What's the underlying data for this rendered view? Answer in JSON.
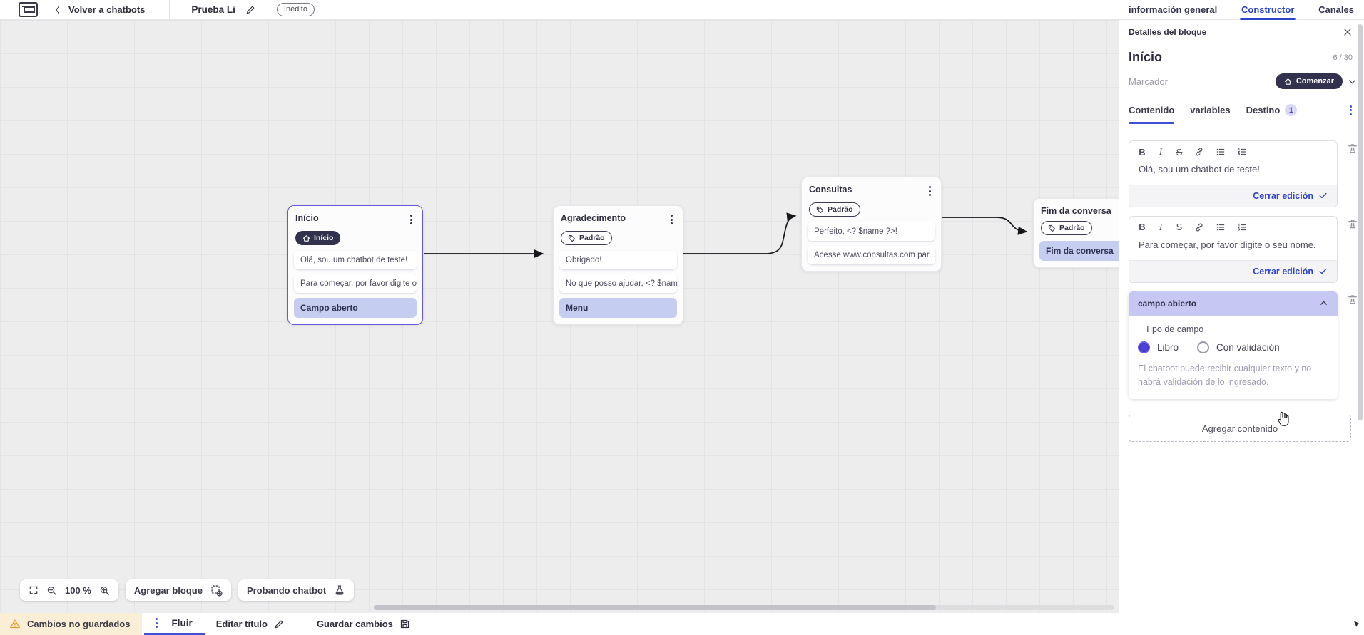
{
  "topbar": {
    "back_label": "Volver a chatbots",
    "bot_title": "Prueba Li",
    "status_badge": "Inédito",
    "tabs": [
      {
        "label": "información general",
        "active": false
      },
      {
        "label": "Constructor",
        "active": true
      },
      {
        "label": "Canales",
        "active": false
      }
    ]
  },
  "canvas": {
    "zoom_level": "100 %",
    "add_block_label": "Agregar bloque",
    "test_chatbot_label": "Probando chatbot",
    "blocks": [
      {
        "title": "Início",
        "badge": "Início",
        "items": [
          "Olá, sou um chatbot de teste!",
          "Para começar, por favor digite o ...",
          "Campo aberto"
        ]
      },
      {
        "title": "Agradecimento",
        "badge": "Padrão",
        "items": [
          "Obrigado!",
          "No que posso ajudar, <? $name ...",
          "Menu"
        ]
      },
      {
        "title": "Consultas",
        "badge": "Padrão",
        "items": [
          "Perfeito, <? $name ?>!",
          "Acesse www.consultas.com par..."
        ]
      },
      {
        "title": "Fim da conversa",
        "badge": "Padrão",
        "items": [
          "Fim da conversa"
        ]
      }
    ]
  },
  "panel": {
    "header_title": "Detalles del bloque",
    "block_name": "Início",
    "char_counter": "6 / 30",
    "marker_label": "Marcador",
    "marker_value": "Comenzar",
    "tabs": [
      {
        "label": "Contenido",
        "active": true
      },
      {
        "label": "variables",
        "active": false
      },
      {
        "label": "Destino",
        "badge": "1",
        "active": false
      }
    ],
    "toolbar": {
      "bold": "B",
      "italic": "I",
      "strike": "S"
    },
    "editors": [
      {
        "text": "Olá, sou um chatbot de teste!",
        "close_label": "Cerrar edición"
      },
      {
        "text": "Para começar, por favor digite o seu nome.",
        "close_label": "Cerrar edición"
      }
    ],
    "open_field": {
      "header": "campo abierto",
      "type_label": "Tipo de campo",
      "option_free": "Libro",
      "option_validated": "Con validación",
      "help_text": "El chatbot puede recibir cualquier texto y no habrá validación de lo ingresado."
    },
    "add_content_label": "Agregar contenido"
  },
  "footer": {
    "unsaved_label": "Cambios no guardados",
    "flow_tab_label": "Fluir",
    "edit_title_label": "Editar título",
    "save_label": "Guardar cambios"
  },
  "colors": {
    "accent_blue": "#2d44c9",
    "indigo": "#4f46c9",
    "dark_navy": "#32324e",
    "lavender_row": "#c5cdf0",
    "lavender_header": "#c6c8f3",
    "canvas_bg": "#ededee",
    "warning_bg": "#fbeed6",
    "warning_icon": "#dd9c2e"
  }
}
